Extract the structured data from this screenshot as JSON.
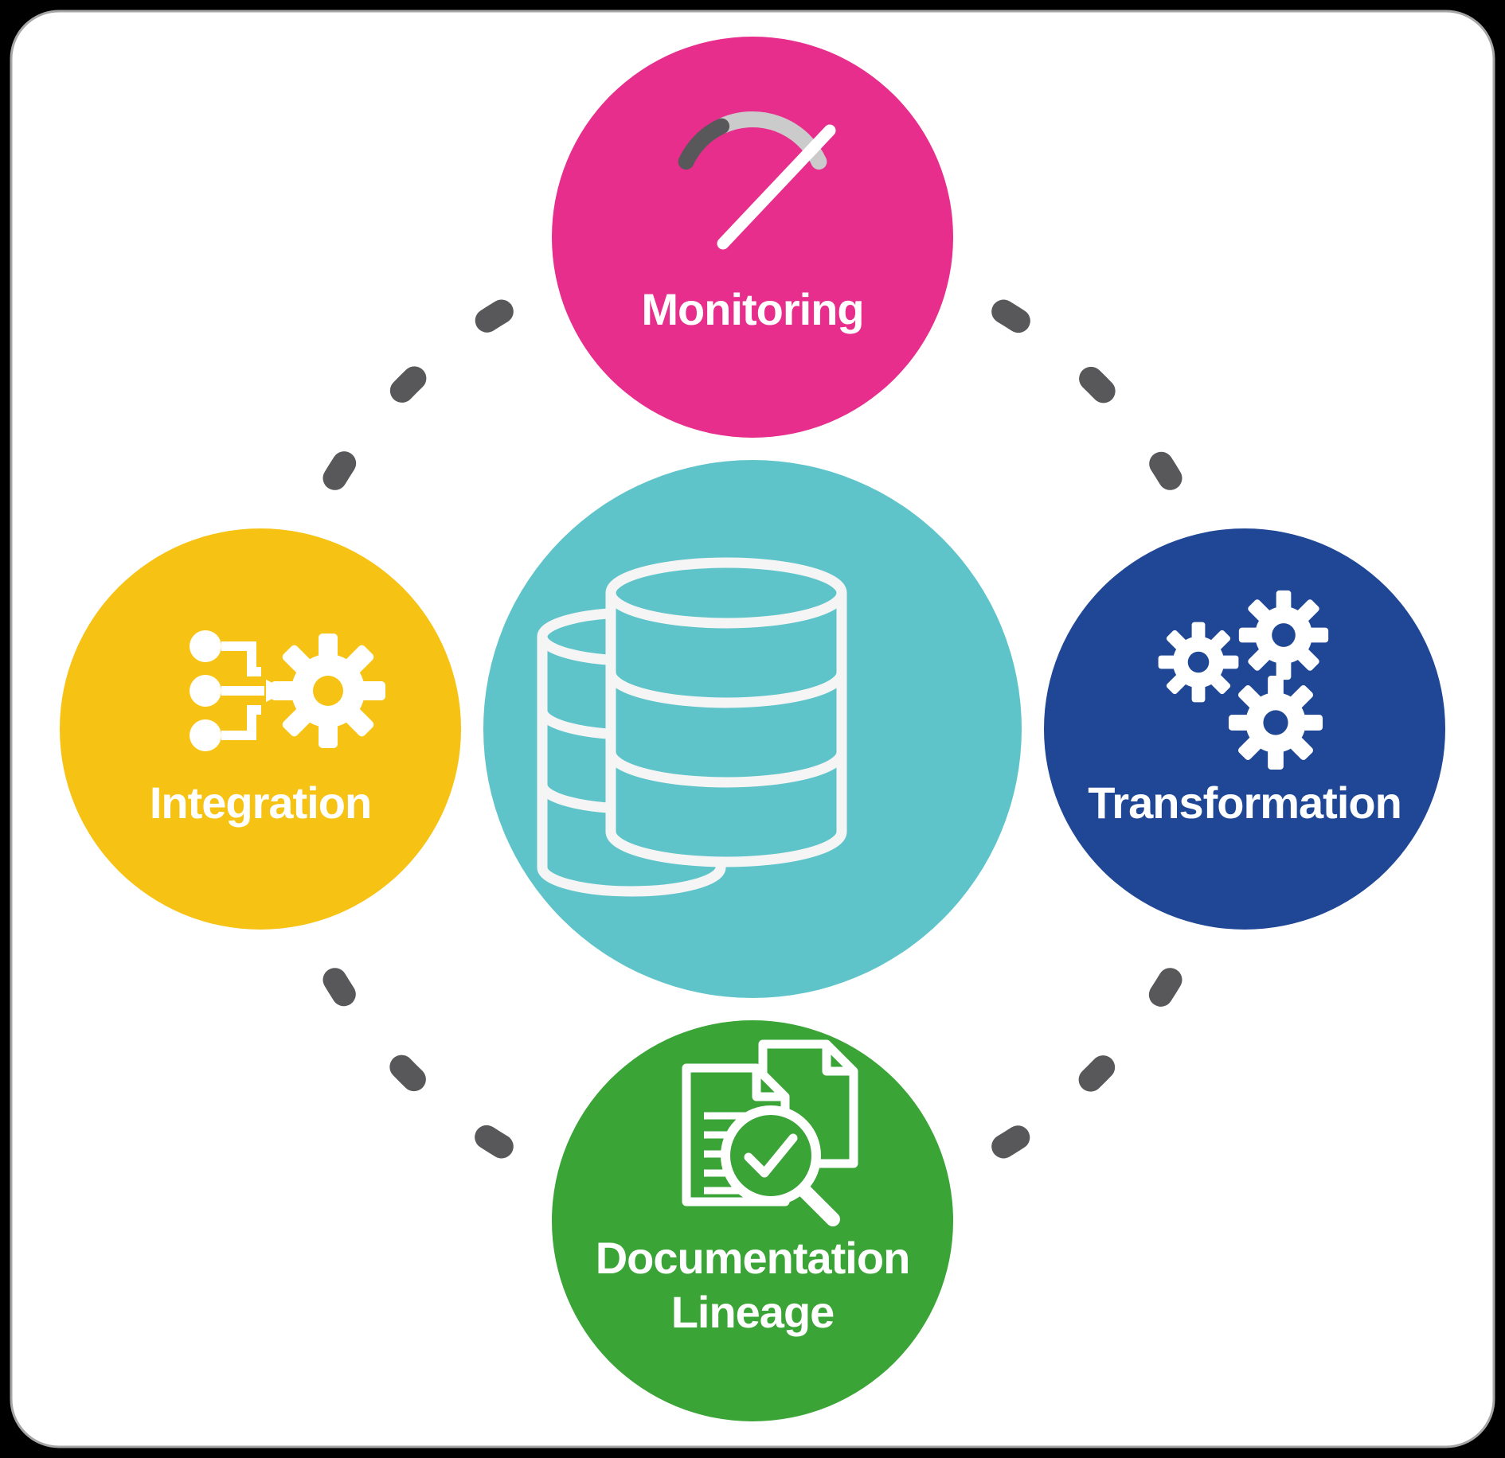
{
  "page": {
    "background": "#000000",
    "card_background": "#ffffff",
    "card_border": "#a6a6a6"
  },
  "colors": {
    "pink": "#E72E8C",
    "teal": "#5FC4CA",
    "yellow": "#F6C214",
    "blue": "#1F4796",
    "green": "#3AA437",
    "dash_gray": "#58585A",
    "gauge_dark": "#58585A",
    "gauge_light": "#CBCBCB",
    "icon_white": "#FFFFFF"
  },
  "nodes": {
    "center": {
      "icon": "database-icon",
      "color": "#5FC4CA"
    },
    "monitoring": {
      "label": "Monitoring",
      "icon": "gauge-icon",
      "color": "#E72E8C"
    },
    "transformation": {
      "label": "Transformation",
      "icon": "gears-icon",
      "color": "#1F4796"
    },
    "documentation": {
      "label_line1": "Documentation",
      "label_line2": "Lineage",
      "icon": "document-check-magnifier-icon",
      "color": "#3AA437"
    },
    "integration": {
      "label": "Integration",
      "icon": "nodes-to-gear-icon",
      "color": "#F6C214"
    }
  }
}
